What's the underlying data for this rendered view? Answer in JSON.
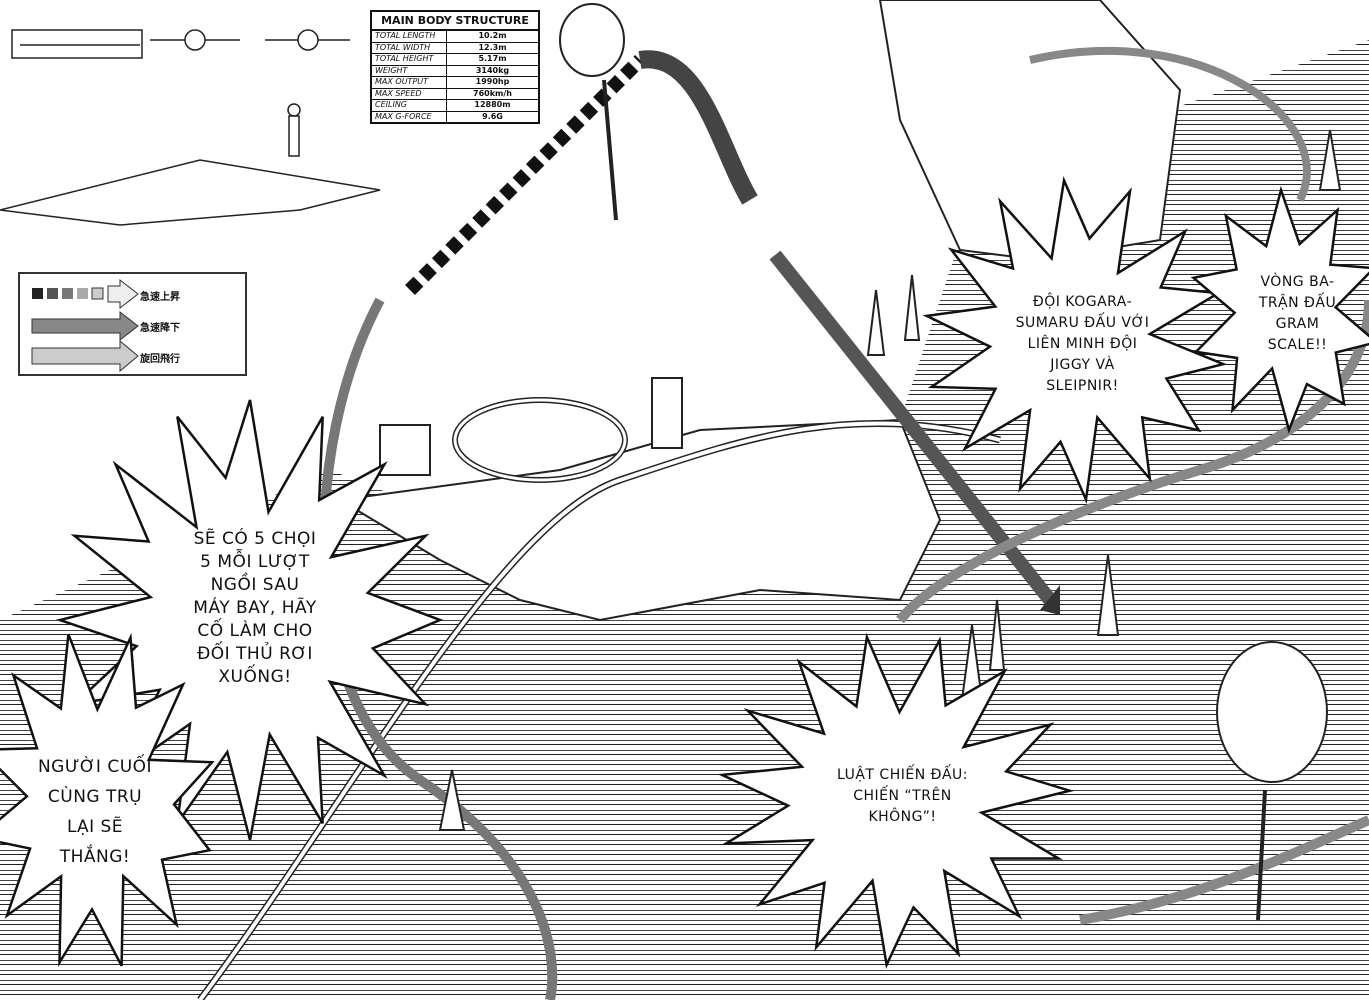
{
  "spec_table": {
    "title": "MAIN BODY STRUCTURE",
    "rows": [
      {
        "label": "TOTAL LENGTH",
        "value": "10.2m"
      },
      {
        "label": "TOTAL WIDTH",
        "value": "12.3m"
      },
      {
        "label": "TOTAL HEIGHT",
        "value": "5.17m"
      },
      {
        "label": "WEIGHT",
        "value": "3140kg"
      },
      {
        "label": "MAX OUTPUT",
        "value": "1990hp"
      },
      {
        "label": "MAX SPEED",
        "value": "760km/h"
      },
      {
        "label": "CEILING",
        "value": "12880m"
      },
      {
        "label": "MAX G-FORCE",
        "value": "9.6G"
      }
    ]
  },
  "legend": {
    "items": [
      {
        "label": "急速上昇",
        "icon": "dashed-arrow-icon"
      },
      {
        "label": "急速降下",
        "icon": "dark-arrow-icon"
      },
      {
        "label": "旋回飛行",
        "icon": "light-arrow-icon"
      }
    ]
  },
  "bubbles": {
    "rules": [
      "SẼ CÓ 5 CHỌI",
      "5 MỖI LƯỢT",
      "NGỒI SAU",
      "MÁY BAY, HÃY",
      "CỐ LÀM CHO",
      "ĐỐI THỦ RƠI",
      "XUỐNG!"
    ],
    "winner": [
      "NGƯỜI CUỐI",
      "CÙNG TRỤ",
      "LẠI SẼ",
      "THẮNG!"
    ],
    "teams": [
      "ĐỘI KOGARA-",
      "SUMARU ĐẤU VỚI",
      "LIÊN MINH ĐỘI",
      "JIGGY VÀ",
      "SLEIPNIR!"
    ],
    "round": [
      "VÒNG BA-",
      "TRẬN ĐẤU",
      "GRAM",
      "SCALE!!"
    ],
    "battle": [
      "LUẬT CHIẾN ĐẤU:",
      "CHIẾN “TRÊN",
      "KHÔNG”!"
    ]
  }
}
